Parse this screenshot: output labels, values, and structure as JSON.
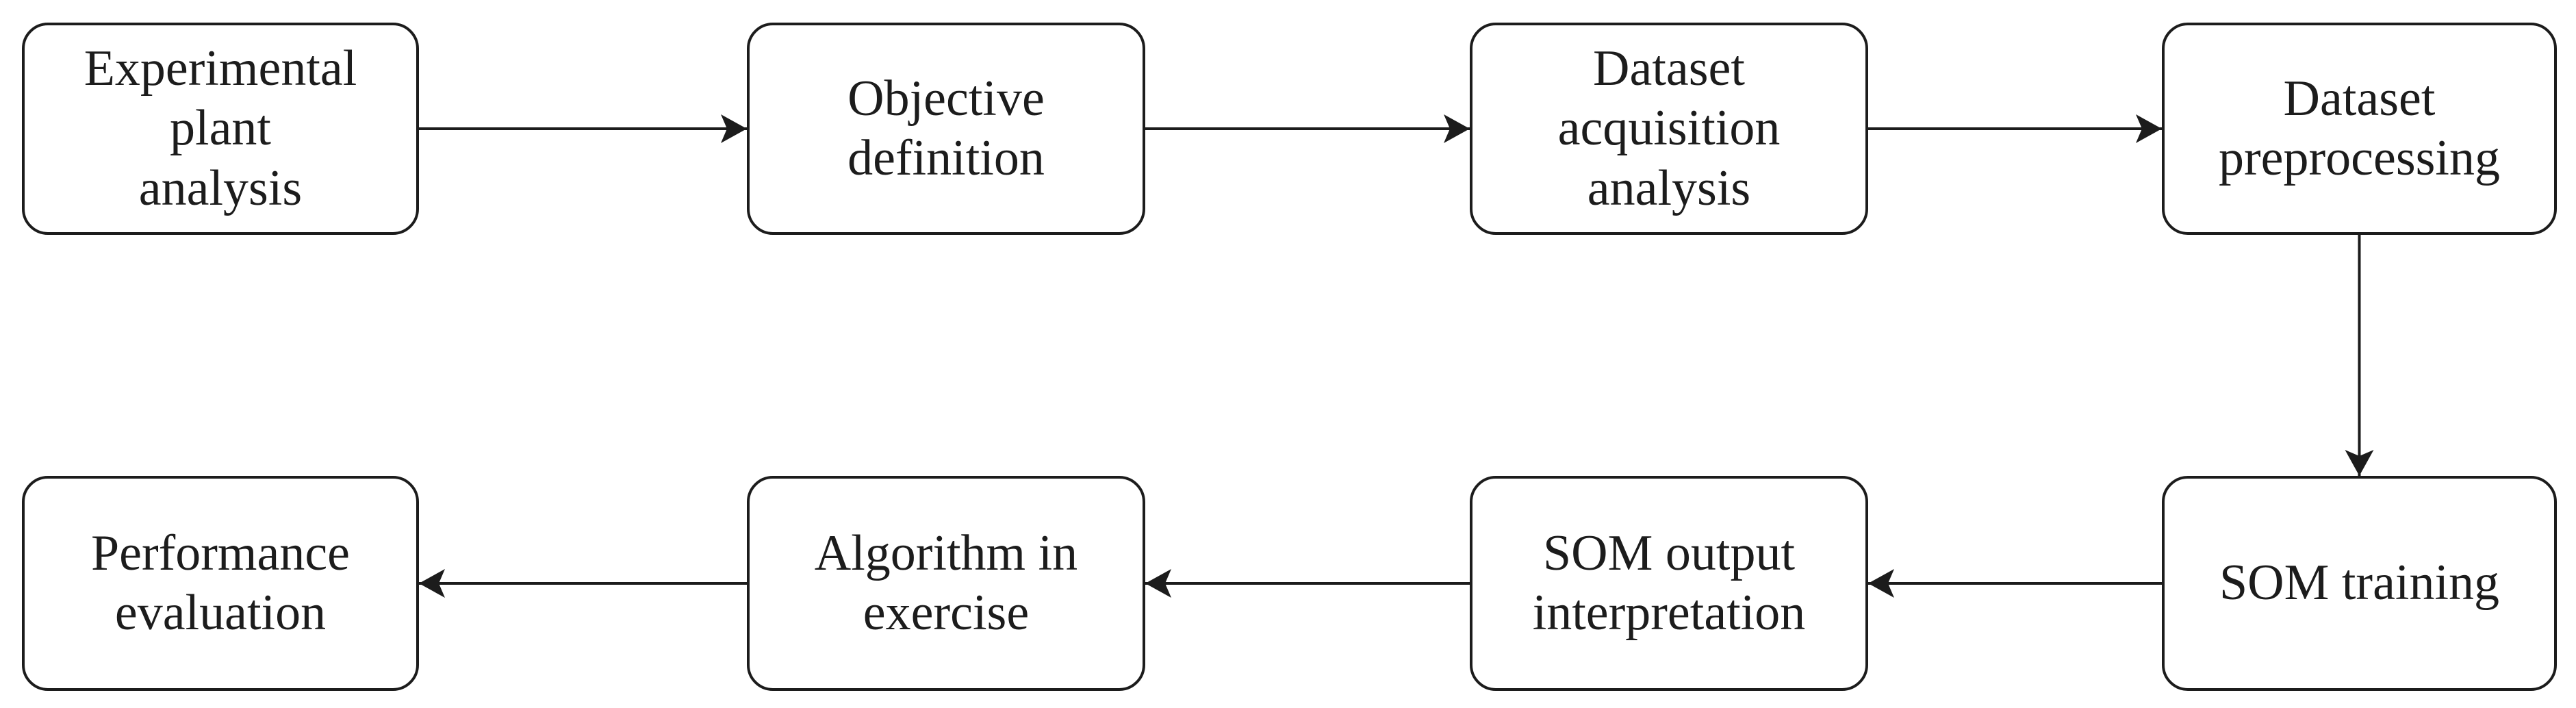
{
  "diagram": {
    "type": "flowchart",
    "flow": "top row left-to-right, down, bottom row right-to-left",
    "nodes": [
      {
        "id": "experimental-plant-analysis",
        "label": "Experimental\nplant\nanalysis"
      },
      {
        "id": "objective-definition",
        "label": "Objective\ndefinition"
      },
      {
        "id": "dataset-acquisition-analysis",
        "label": "Dataset\nacquisition\nanalysis"
      },
      {
        "id": "dataset-preprocessing",
        "label": "Dataset\npreprocessing"
      },
      {
        "id": "som-training",
        "label": "SOM training"
      },
      {
        "id": "som-output-interpretation",
        "label": "SOM output\ninterpretation"
      },
      {
        "id": "algorithm-in-exercise",
        "label": "Algorithm in\nexercise"
      },
      {
        "id": "performance-evaluation",
        "label": "Performance\nevaluation"
      }
    ],
    "edges": [
      {
        "from": "experimental-plant-analysis",
        "to": "objective-definition"
      },
      {
        "from": "objective-definition",
        "to": "dataset-acquisition-analysis"
      },
      {
        "from": "dataset-acquisition-analysis",
        "to": "dataset-preprocessing"
      },
      {
        "from": "dataset-preprocessing",
        "to": "som-training"
      },
      {
        "from": "som-training",
        "to": "som-output-interpretation"
      },
      {
        "from": "som-output-interpretation",
        "to": "algorithm-in-exercise"
      },
      {
        "from": "algorithm-in-exercise",
        "to": "performance-evaluation"
      }
    ]
  },
  "colors": {
    "stroke": "#1c1c1c",
    "text": "#1c1c1c",
    "background": "#ffffff"
  }
}
